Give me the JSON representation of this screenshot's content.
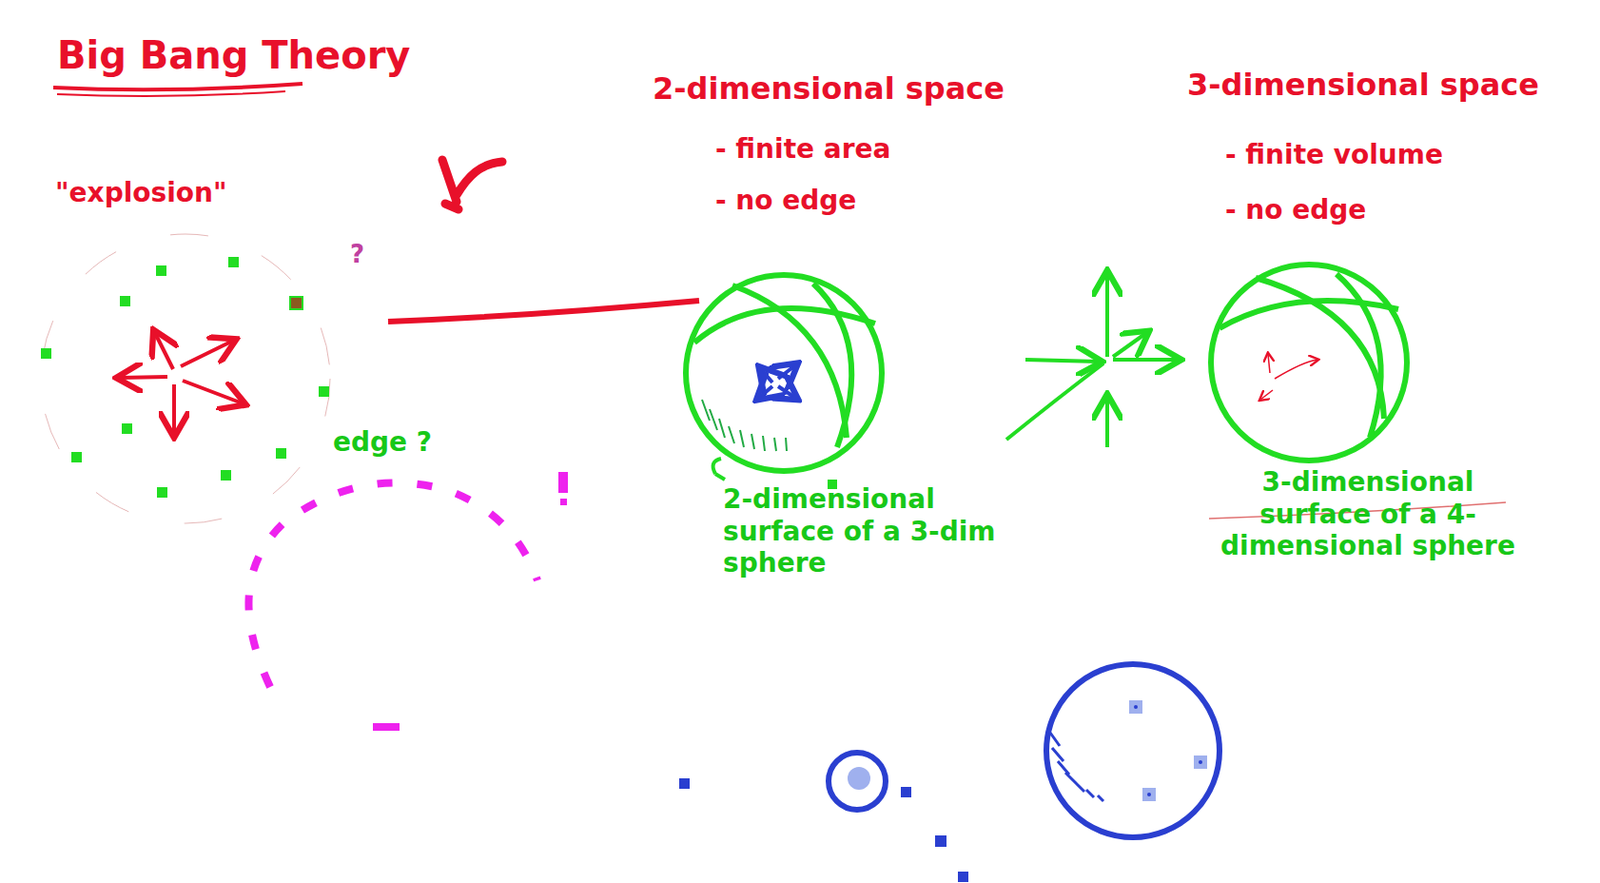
{
  "diagram": {
    "title": "Big Bang Theory",
    "labels": [
      "\"explosion\"",
      "?",
      "edge ?",
      "2-dimensional space",
      "- finite area",
      "- no edge",
      "3-dimensional space",
      "- finite volume",
      "- no edge",
      "2-dimensional surface of a 3-dim sphere",
      "3-dimensional surface of a 4-dimensional sphere"
    ]
  }
}
